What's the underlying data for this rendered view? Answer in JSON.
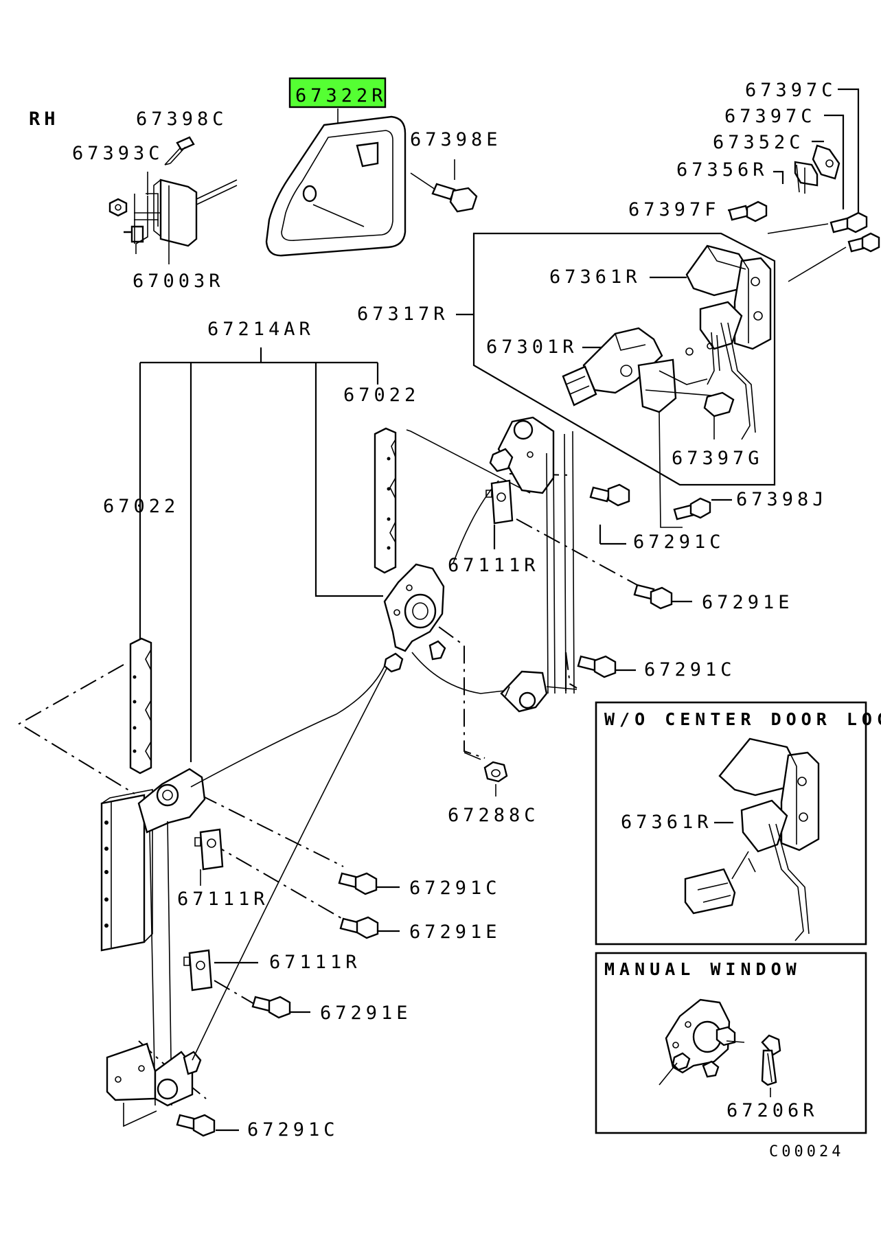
{
  "side_label": "RH",
  "highlight": {
    "part": "67322R",
    "color": "#55ff33"
  },
  "labels": {
    "p67398C_top": "67398C",
    "p67393C": "67393C",
    "p67003R": "67003R",
    "p67398E": "67398E",
    "p67397C_1": "67397C",
    "p67397C_2": "67397C",
    "p67352C": "67352C",
    "p67356R": "67356R",
    "p67397F": "67397F",
    "p67361R": "67361R",
    "p67317R": "67317R",
    "p67301R": "67301R",
    "p67397G": "67397G",
    "p67398J": "67398J",
    "p67214AR": "67214AR",
    "p67022_right": "67022",
    "p67022_left": "67022",
    "p67111R_top": "67111R",
    "p67291C_a": "67291C",
    "p67291E_a": "67291E",
    "p67291C_b": "67291C",
    "p67288C": "67288C",
    "p67291C_c": "67291C",
    "p67111R_mid": "67111R",
    "p67291E_b": "67291E",
    "p67111R_low": "67111R",
    "p67291E_c": "67291E",
    "p67291C_d": "67291C"
  },
  "inset_center_lock": {
    "title": "W/O CENTER DOOR LOCK",
    "part": "67361R"
  },
  "inset_manual": {
    "title": "MANUAL WINDOW",
    "part": "67206R"
  },
  "diagram_code": "C00024"
}
